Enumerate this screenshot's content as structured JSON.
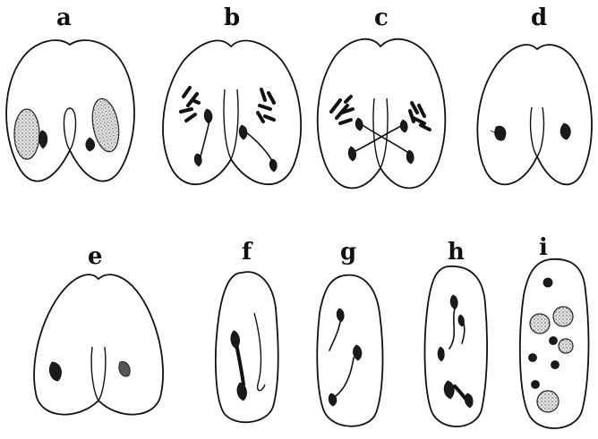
{
  "figure": {
    "panels": [
      {
        "id": "a",
        "label": "a"
      },
      {
        "id": "b",
        "label": "b"
      },
      {
        "id": "c",
        "label": "c"
      },
      {
        "id": "d",
        "label": "d"
      },
      {
        "id": "e",
        "label": "e"
      },
      {
        "id": "f",
        "label": "f"
      },
      {
        "id": "g",
        "label": "g"
      },
      {
        "id": "h",
        "label": "h"
      },
      {
        "id": "i",
        "label": "i"
      }
    ]
  }
}
